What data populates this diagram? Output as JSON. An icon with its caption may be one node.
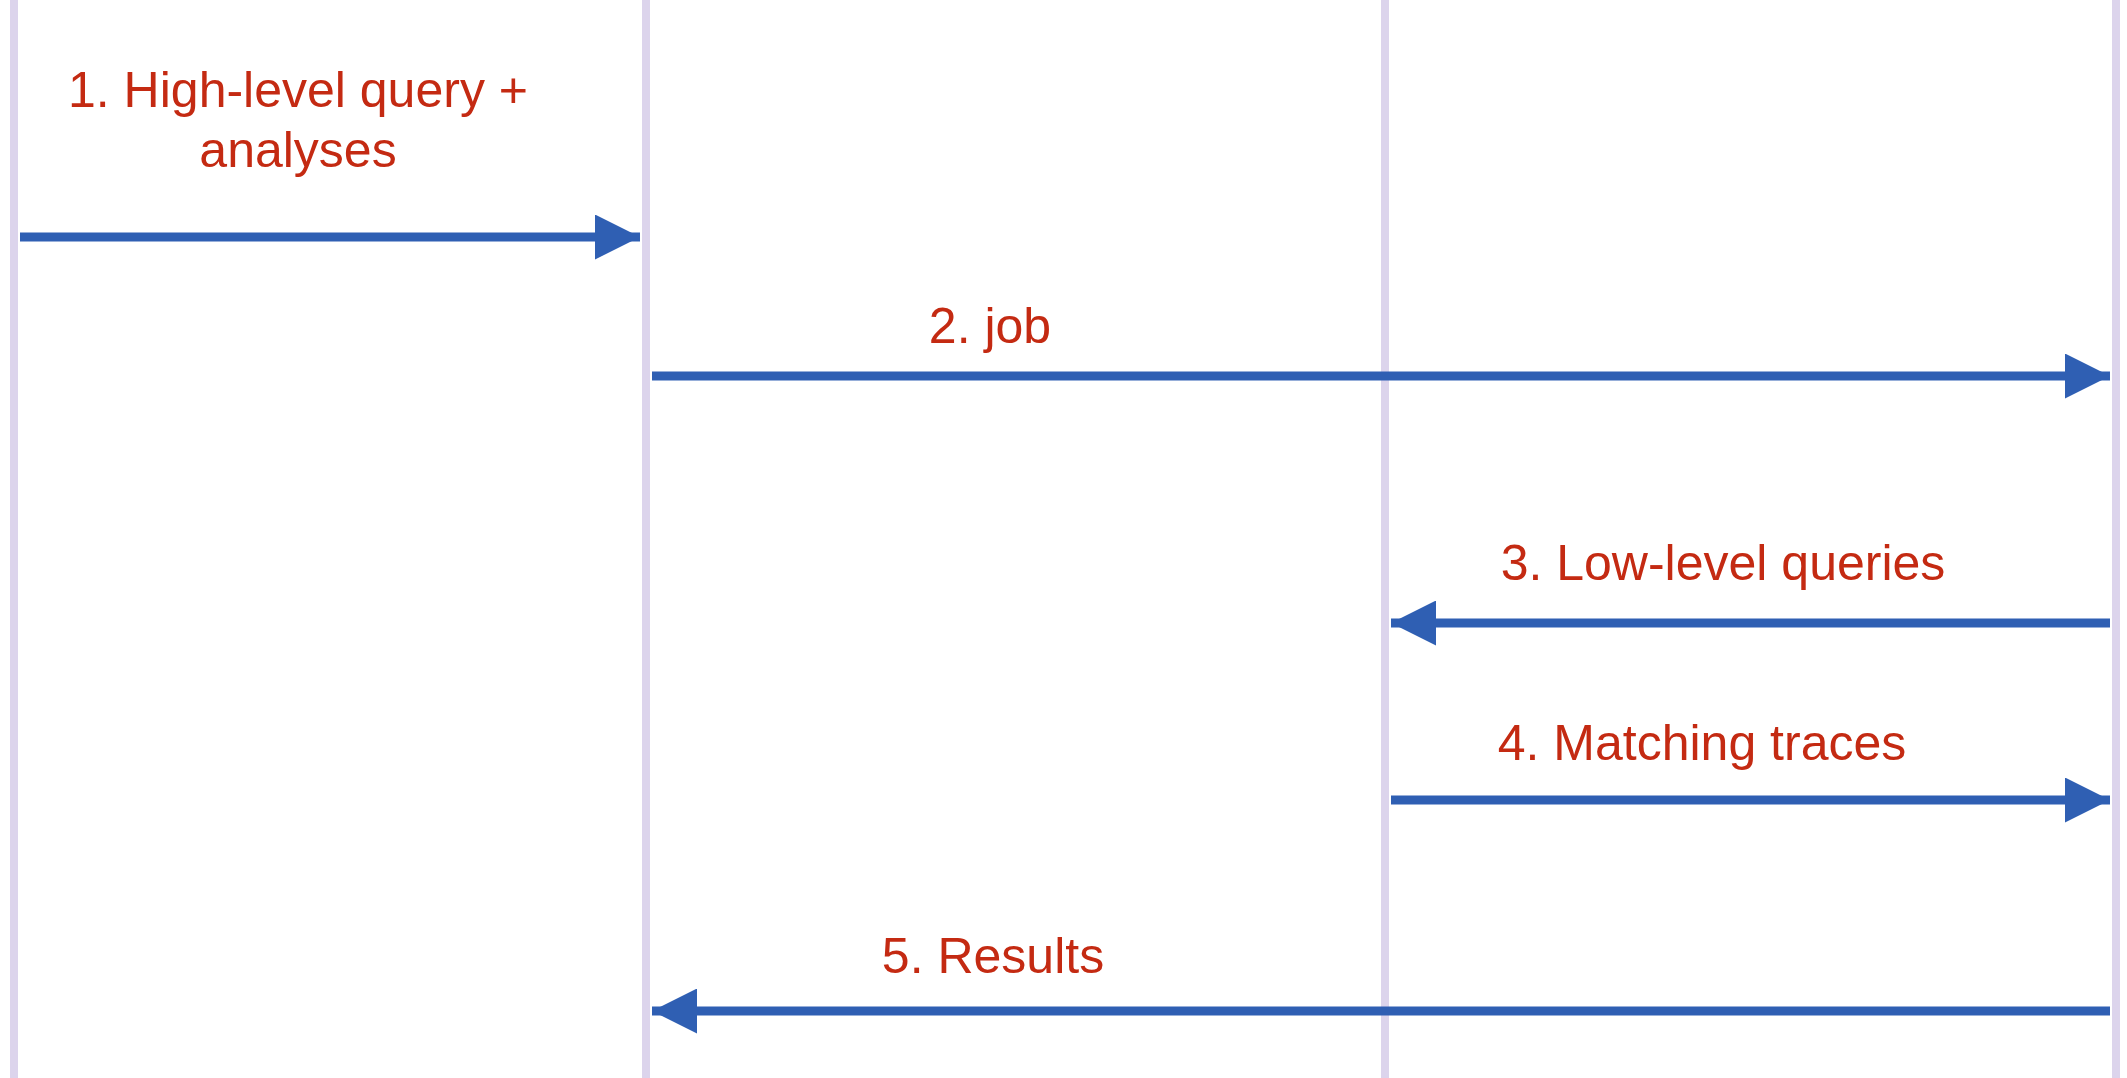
{
  "diagram": {
    "nodes": [
      {
        "text": [],
        "shape": "bar"
      },
      {
        "text": [],
        "shape": "bar"
      },
      {
        "text": [],
        "shape": "bar"
      },
      {
        "text": [],
        "shape": "bar"
      }
    ],
    "edges": [
      {
        "from": 0,
        "to": 1,
        "arrow": "to",
        "label": "1. High-level query + analyses"
      },
      {
        "from": 1,
        "to": 3,
        "arrow": "to",
        "label": "2. job"
      },
      {
        "from": 3,
        "to": 2,
        "arrow": "to",
        "label": "3. Low-level queries"
      },
      {
        "from": 2,
        "to": 3,
        "arrow": "to",
        "label": "4. Matching traces"
      },
      {
        "from": 3,
        "to": 1,
        "arrow": "to",
        "label": "5. Results"
      }
    ]
  }
}
